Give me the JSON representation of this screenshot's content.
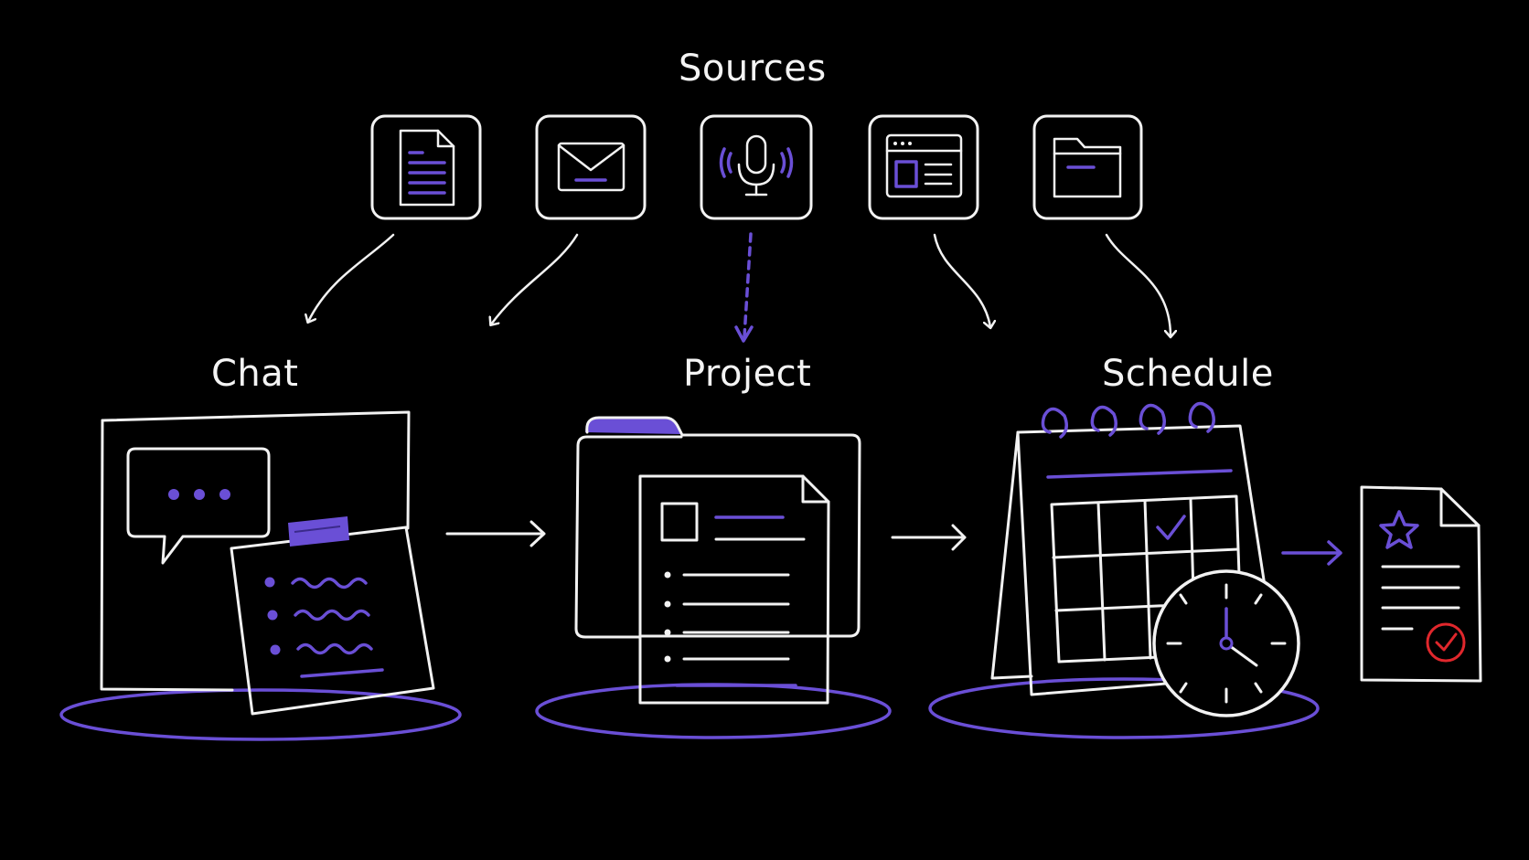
{
  "labels": {
    "sources": "Sources",
    "chat": "Chat",
    "project": "Project",
    "schedule": "Schedule"
  },
  "sources": [
    {
      "icon": "document-icon"
    },
    {
      "icon": "envelope-icon"
    },
    {
      "icon": "microphone-icon"
    },
    {
      "icon": "browser-window-icon"
    },
    {
      "icon": "folder-icon"
    }
  ],
  "stages": [
    {
      "label_key": "chat",
      "icon": "chat-board-icon"
    },
    {
      "label_key": "project",
      "icon": "project-folder-icon"
    },
    {
      "label_key": "schedule",
      "icon": "calendar-clock-icon"
    },
    {
      "icon": "approved-document-icon"
    }
  ],
  "colors": {
    "background": "#000000",
    "stroke": "#f2f2f2",
    "accent": "#6a4fd6",
    "check": "#e0272c"
  }
}
